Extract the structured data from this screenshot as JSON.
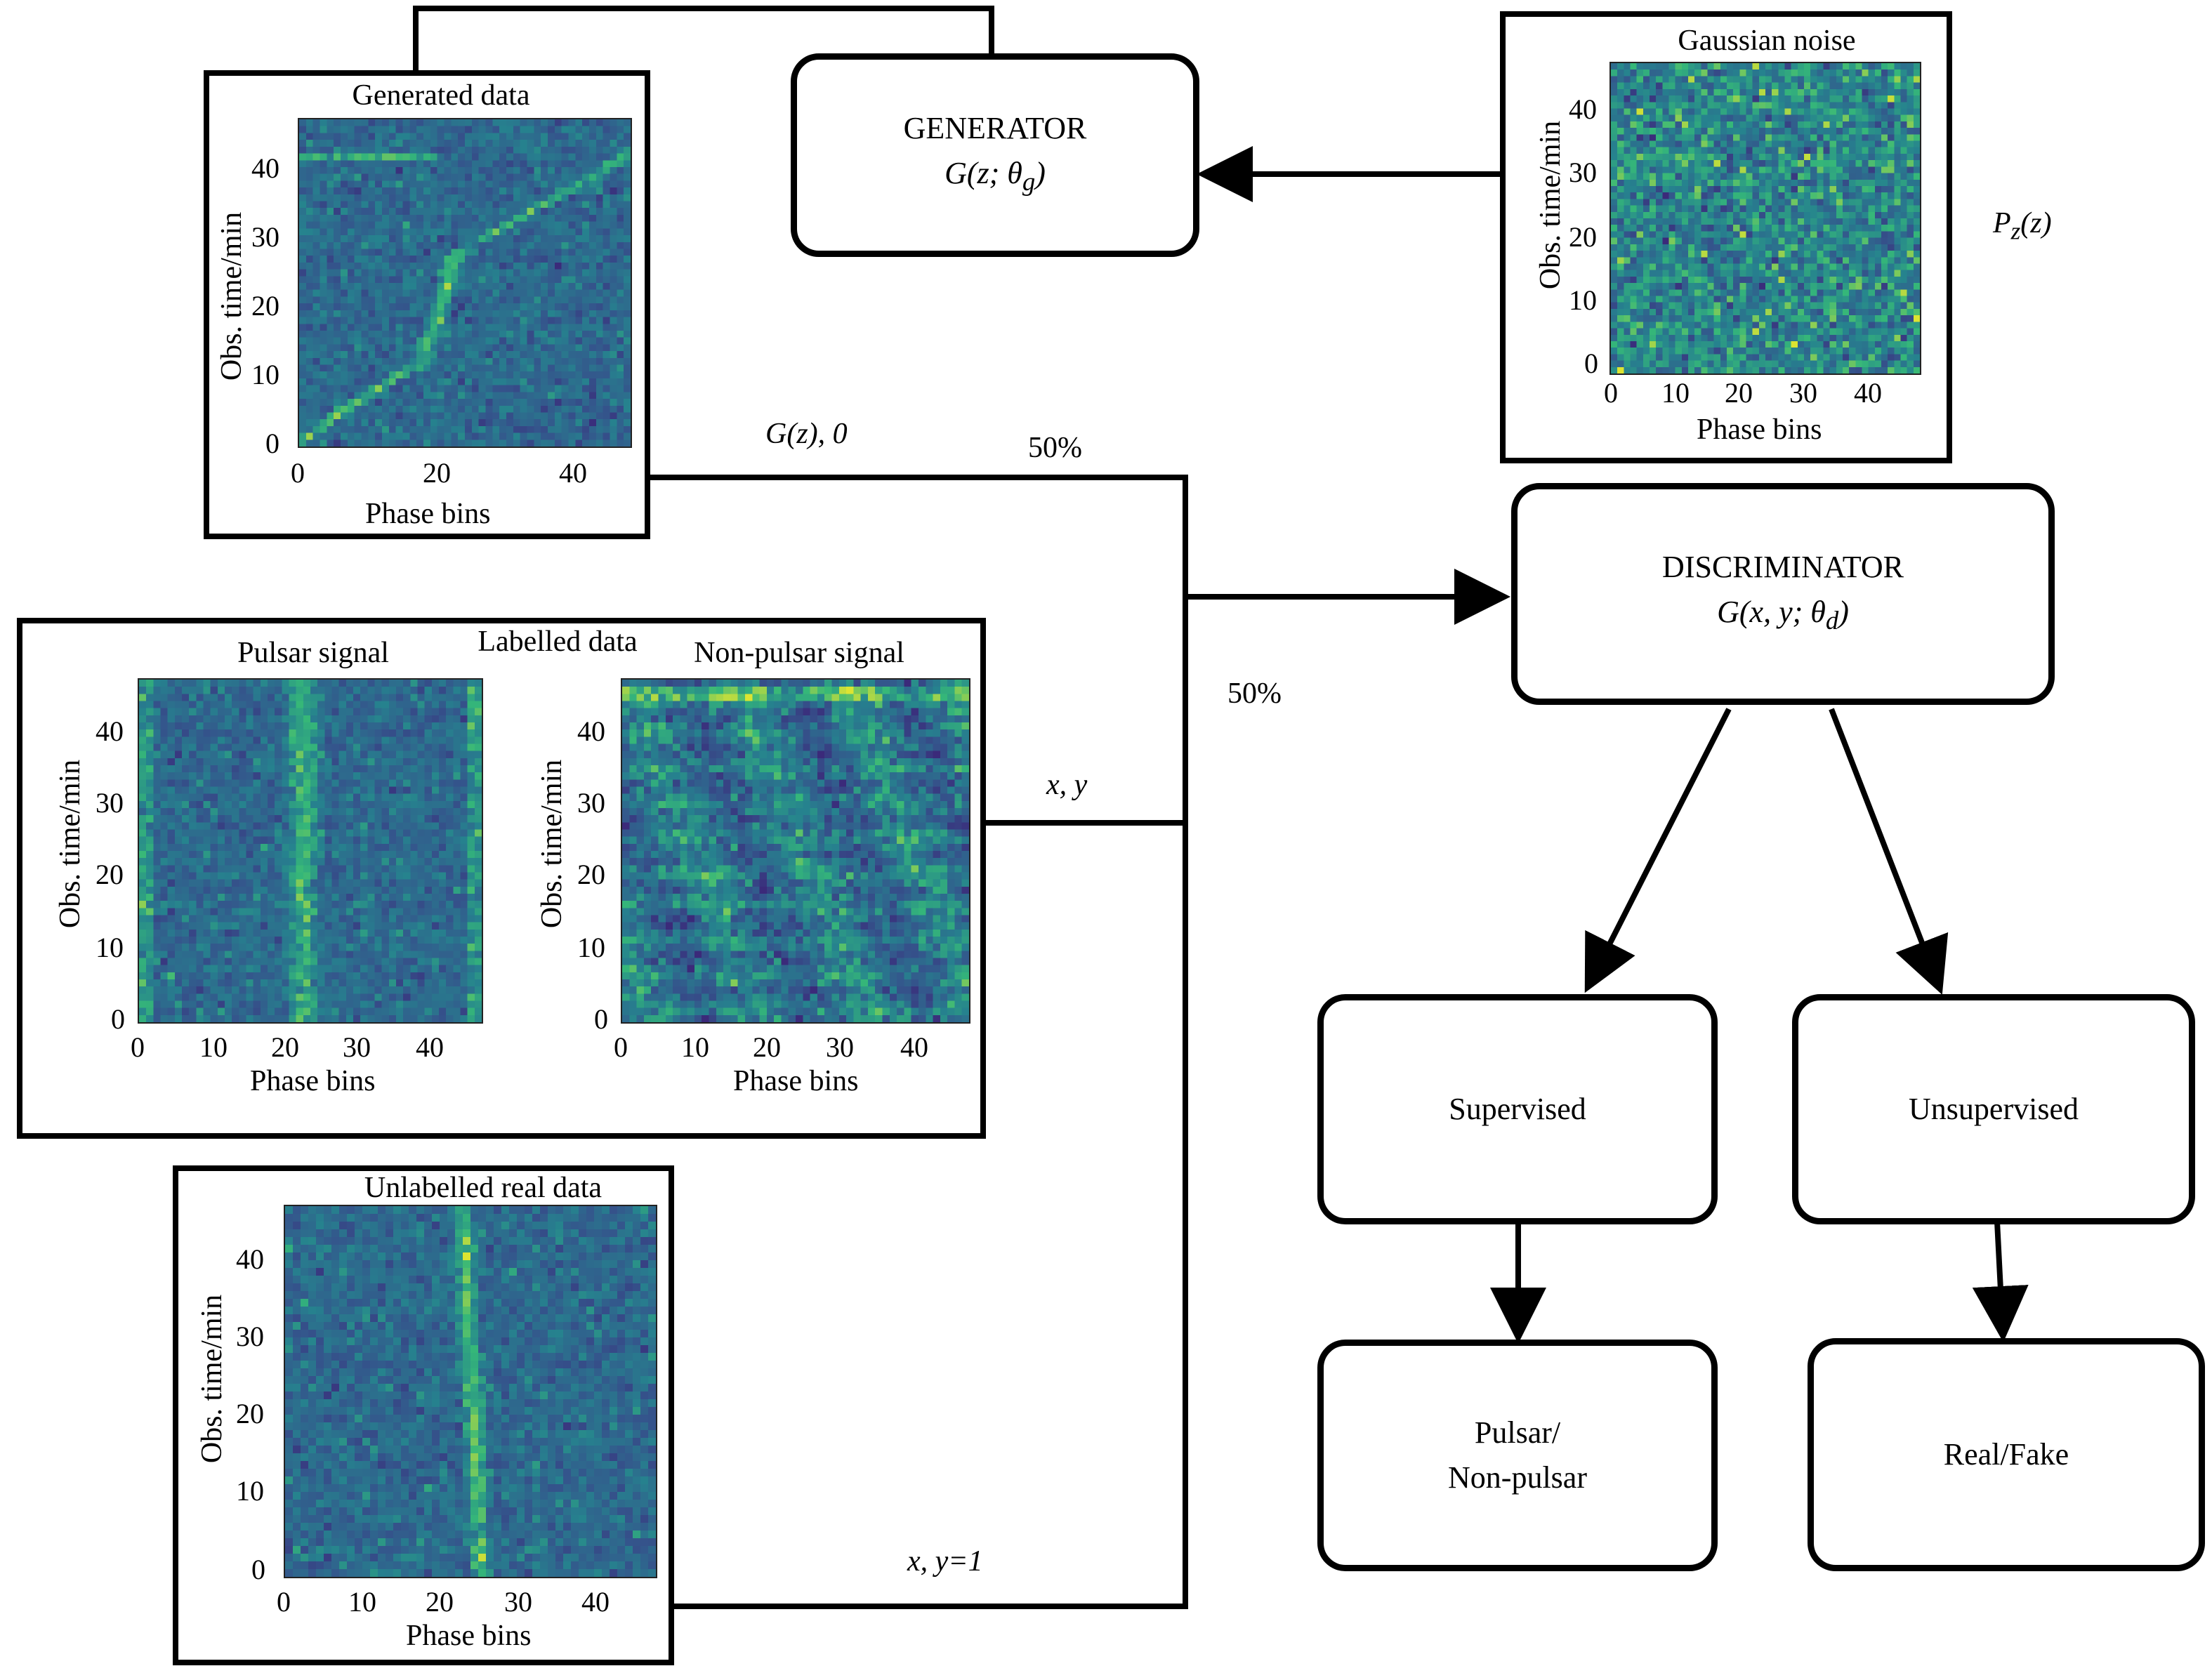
{
  "generator": {
    "title": "GENERATOR",
    "formula": "G(z; θg)"
  },
  "discriminator": {
    "title": "DISCRIMINATOR",
    "formula": "G(x, y; θd)"
  },
  "noise_label": "Pz(z)",
  "edges": {
    "gz0": "G(z), 0",
    "pct_top": "50%",
    "pct_bottom": "50%",
    "xy": "x, y",
    "xy1": "x, y=1"
  },
  "labelled_group_title": "Labelled data",
  "plots": [
    {
      "id": "generated",
      "title": "Generated data",
      "xlabel": "Phase bins",
      "ylabel": "Obs. time/min",
      "xticks": [
        "0",
        "20",
        "40"
      ],
      "yticks": [
        "0",
        "10",
        "20",
        "30",
        "40"
      ],
      "pattern": "s-curve"
    },
    {
      "id": "noise",
      "title": "Gaussian noise",
      "xlabel": "Phase bins",
      "ylabel": "Obs. time/min",
      "xticks": [
        "0",
        "10",
        "20",
        "30",
        "40"
      ],
      "yticks": [
        "0",
        "10",
        "20",
        "30",
        "40"
      ],
      "pattern": "noise"
    },
    {
      "id": "pulsar",
      "title": "Pulsar signal",
      "xlabel": "Phase bins",
      "ylabel": "Obs. time/min",
      "xticks": [
        "0",
        "10",
        "20",
        "30",
        "40"
      ],
      "yticks": [
        "0",
        "10",
        "20",
        "30",
        "40"
      ],
      "pattern": "pulsar"
    },
    {
      "id": "nonpulsar",
      "title": "Non-pulsar signal",
      "xlabel": "Phase bins",
      "ylabel": "Obs. time/min",
      "xticks": [
        "0",
        "10",
        "20",
        "30",
        "40"
      ],
      "yticks": [
        "0",
        "10",
        "20",
        "30",
        "40"
      ],
      "pattern": "rfi"
    },
    {
      "id": "unlabelled",
      "title": "Unlabelled real data",
      "xlabel": "Phase bins",
      "ylabel": "Obs. time/min",
      "xticks": [
        "0",
        "10",
        "20",
        "30",
        "40"
      ],
      "yticks": [
        "0",
        "10",
        "20",
        "30",
        "40"
      ],
      "pattern": "drift"
    }
  ],
  "branches": {
    "supervised": "Supervised",
    "unsupervised": "Unsupervised",
    "supervised_out_1": "Pulsar/",
    "supervised_out_2": "Non-pulsar",
    "unsupervised_out": "Real/Fake"
  },
  "colors": {
    "line": "#000000",
    "heat_low": "#3b2a7a",
    "heat_mid": "#2a8a8c",
    "heat_high": "#d9e533"
  }
}
